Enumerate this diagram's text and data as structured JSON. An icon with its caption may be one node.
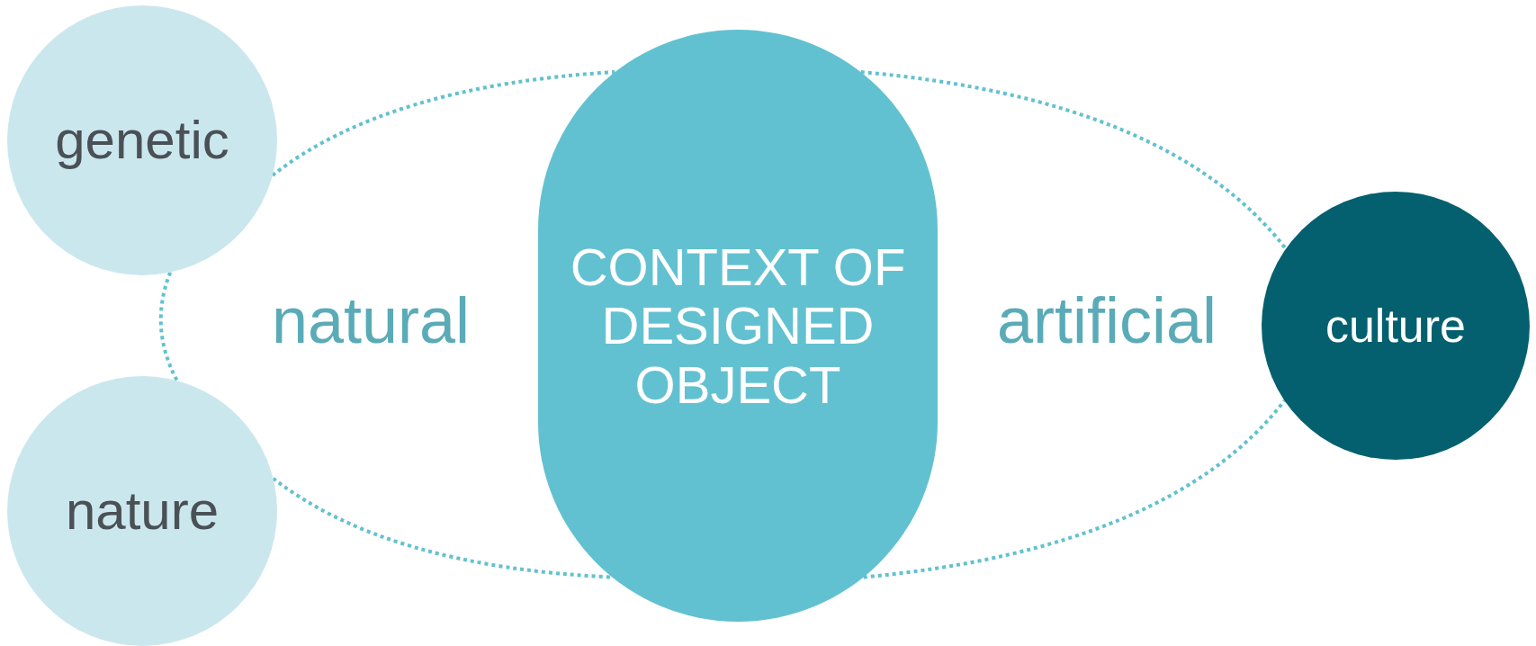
{
  "diagram": {
    "nodes": [
      {
        "text": [
          "genetic"
        ]
      },
      {
        "text": [
          "nature"
        ]
      },
      {
        "text": [
          "CONTEXT OF DESIGNED OBJECT"
        ]
      },
      {
        "text": [
          "culture"
        ]
      }
    ],
    "edges": [
      {
        "from": 0,
        "to": 2,
        "arrow": "none"
      },
      {
        "from": 2,
        "to": 3,
        "arrow": "none"
      },
      {
        "from": 0,
        "to": 1,
        "arrow": "none"
      },
      {
        "from": 1,
        "to": 2,
        "arrow": "none"
      },
      {
        "from": 2,
        "to": 3,
        "arrow": "none"
      }
    ],
    "labels": [
      "natural",
      "artificial"
    ]
  }
}
